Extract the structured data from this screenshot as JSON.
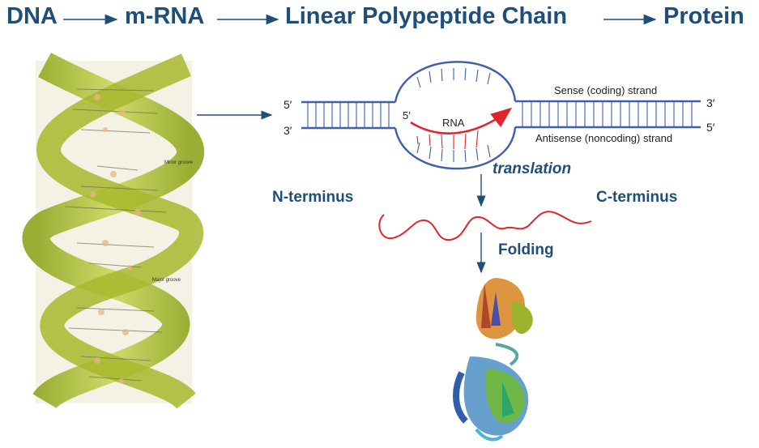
{
  "header": {
    "steps": [
      "DNA",
      "m-RNA",
      "Linear Polypeptide Chain",
      "Protein"
    ]
  },
  "transcription": {
    "five_prime_left": "5′",
    "three_prime_left": "3′",
    "three_prime_right": "3′",
    "five_prime_right": "5′",
    "rna_five_prime": "5′",
    "rna_label": "RNA",
    "sense_strand": "Sense (coding) strand",
    "antisense_strand": "Antisense (noncoding) strand"
  },
  "helix": {
    "minor_groove": "Minor groove",
    "major_groove": "Major groove"
  },
  "translation": {
    "label": "translation",
    "n_terminus": "N-terminus",
    "c_terminus": "C-terminus"
  },
  "folding": {
    "label": "Folding"
  },
  "colors": {
    "title": "#1f4e79",
    "dna_strand": "#3f5fa8",
    "rna": "#e0262b",
    "polypeptide": "#e0262b",
    "helix_ribbon": "#b5c43a"
  }
}
